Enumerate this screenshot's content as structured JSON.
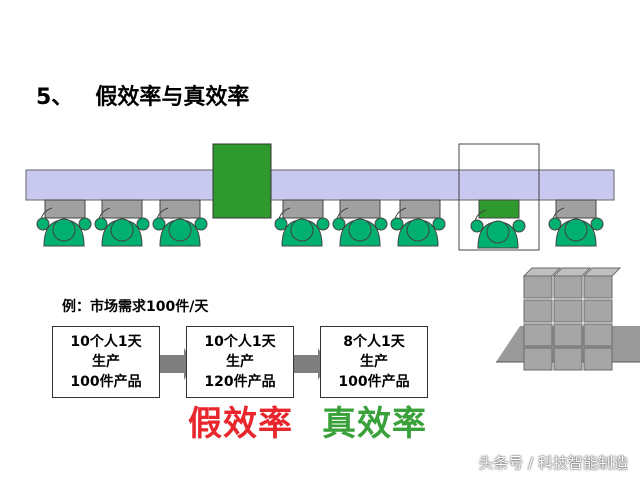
{
  "title": {
    "number": "5、",
    "text": "假效率与真效率"
  },
  "example": {
    "text": "例：市场需求100件/天"
  },
  "boxes": [
    {
      "line1": "10个人1天",
      "line2": "生产",
      "line3": "100件产品"
    },
    {
      "line1": "10个人1天",
      "line2": "生产",
      "line3": "120件产品"
    },
    {
      "line1": "8个人1天",
      "line2": "生产",
      "line3": "100件产品"
    }
  ],
  "labels": {
    "fake": "假效率",
    "true": "真效率"
  },
  "watermark": "头条号 / 科技智能制造",
  "colors": {
    "conveyor": "#c8c8f0",
    "worker_green": "#00b070",
    "machine_green": "#2e9a2e",
    "station_gray": "#a0a0a0",
    "inventory_cube": "#a6a6a6",
    "fake_red": "#e8262c",
    "true_green": "#3aa13a",
    "arrow_gray": "#7f7f7f"
  },
  "icons": {
    "worker": "worker-icon",
    "machine": "machine-icon",
    "inventory": "inventory-stack-icon",
    "arrow": "right-arrow-icon"
  }
}
